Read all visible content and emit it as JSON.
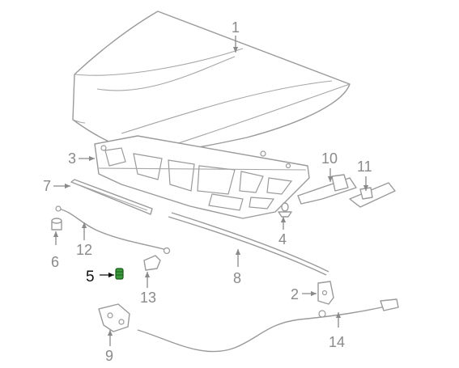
{
  "callouts": {
    "c1": "1",
    "c2": "2",
    "c3": "3",
    "c4": "4",
    "c5": "5",
    "c6": "6",
    "c7": "7",
    "c8": "8",
    "c9": "9",
    "c10": "10",
    "c11": "11",
    "c12": "12",
    "c13": "13",
    "c14": "14"
  },
  "highlighted_part": "5",
  "colors": {
    "line_art": "#9a9a9a",
    "label_gray": "#8a8a8a",
    "label_highlight": "#111111",
    "highlight_part_fill": "#3a9a3a"
  }
}
